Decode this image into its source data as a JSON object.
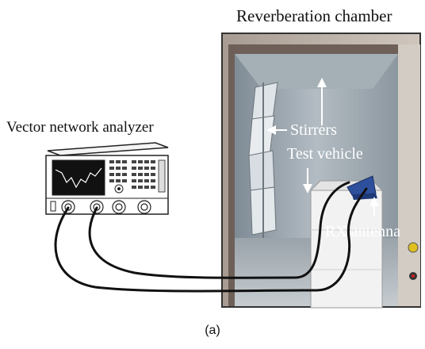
{
  "labels": {
    "chamber": "Reverberation chamber",
    "vna": "Vector network analyzer",
    "stirrers": "Stirrers",
    "test_vehicle": "Test vehicle",
    "rx_antenna": "RX antenna",
    "caption": "(a)"
  },
  "colors": {
    "chamber_frame": "#8a7a70",
    "chamber_wall": "#9aa4ac",
    "cable": "#111111",
    "label_text_on_photo": "#ffffff"
  }
}
